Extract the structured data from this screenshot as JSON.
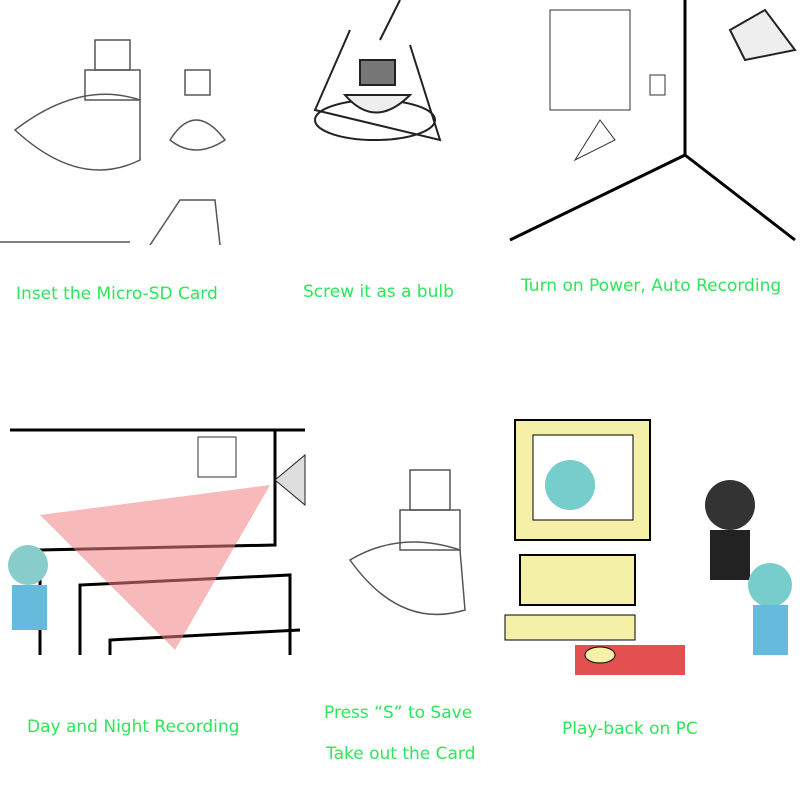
{
  "steps": [
    {
      "caption": "Inset the Micro-SD Card"
    },
    {
      "caption": "Screw it as a bulb"
    },
    {
      "caption": "Turn on Power, Auto Recording"
    },
    {
      "caption": "Day and Night Recording"
    },
    {
      "caption": "Press “S” to Save",
      "caption2": "Take out the Card"
    },
    {
      "caption": "Play-back on PC"
    }
  ],
  "colors": {
    "caption": "#2ee65a",
    "beam": "#f08080"
  }
}
